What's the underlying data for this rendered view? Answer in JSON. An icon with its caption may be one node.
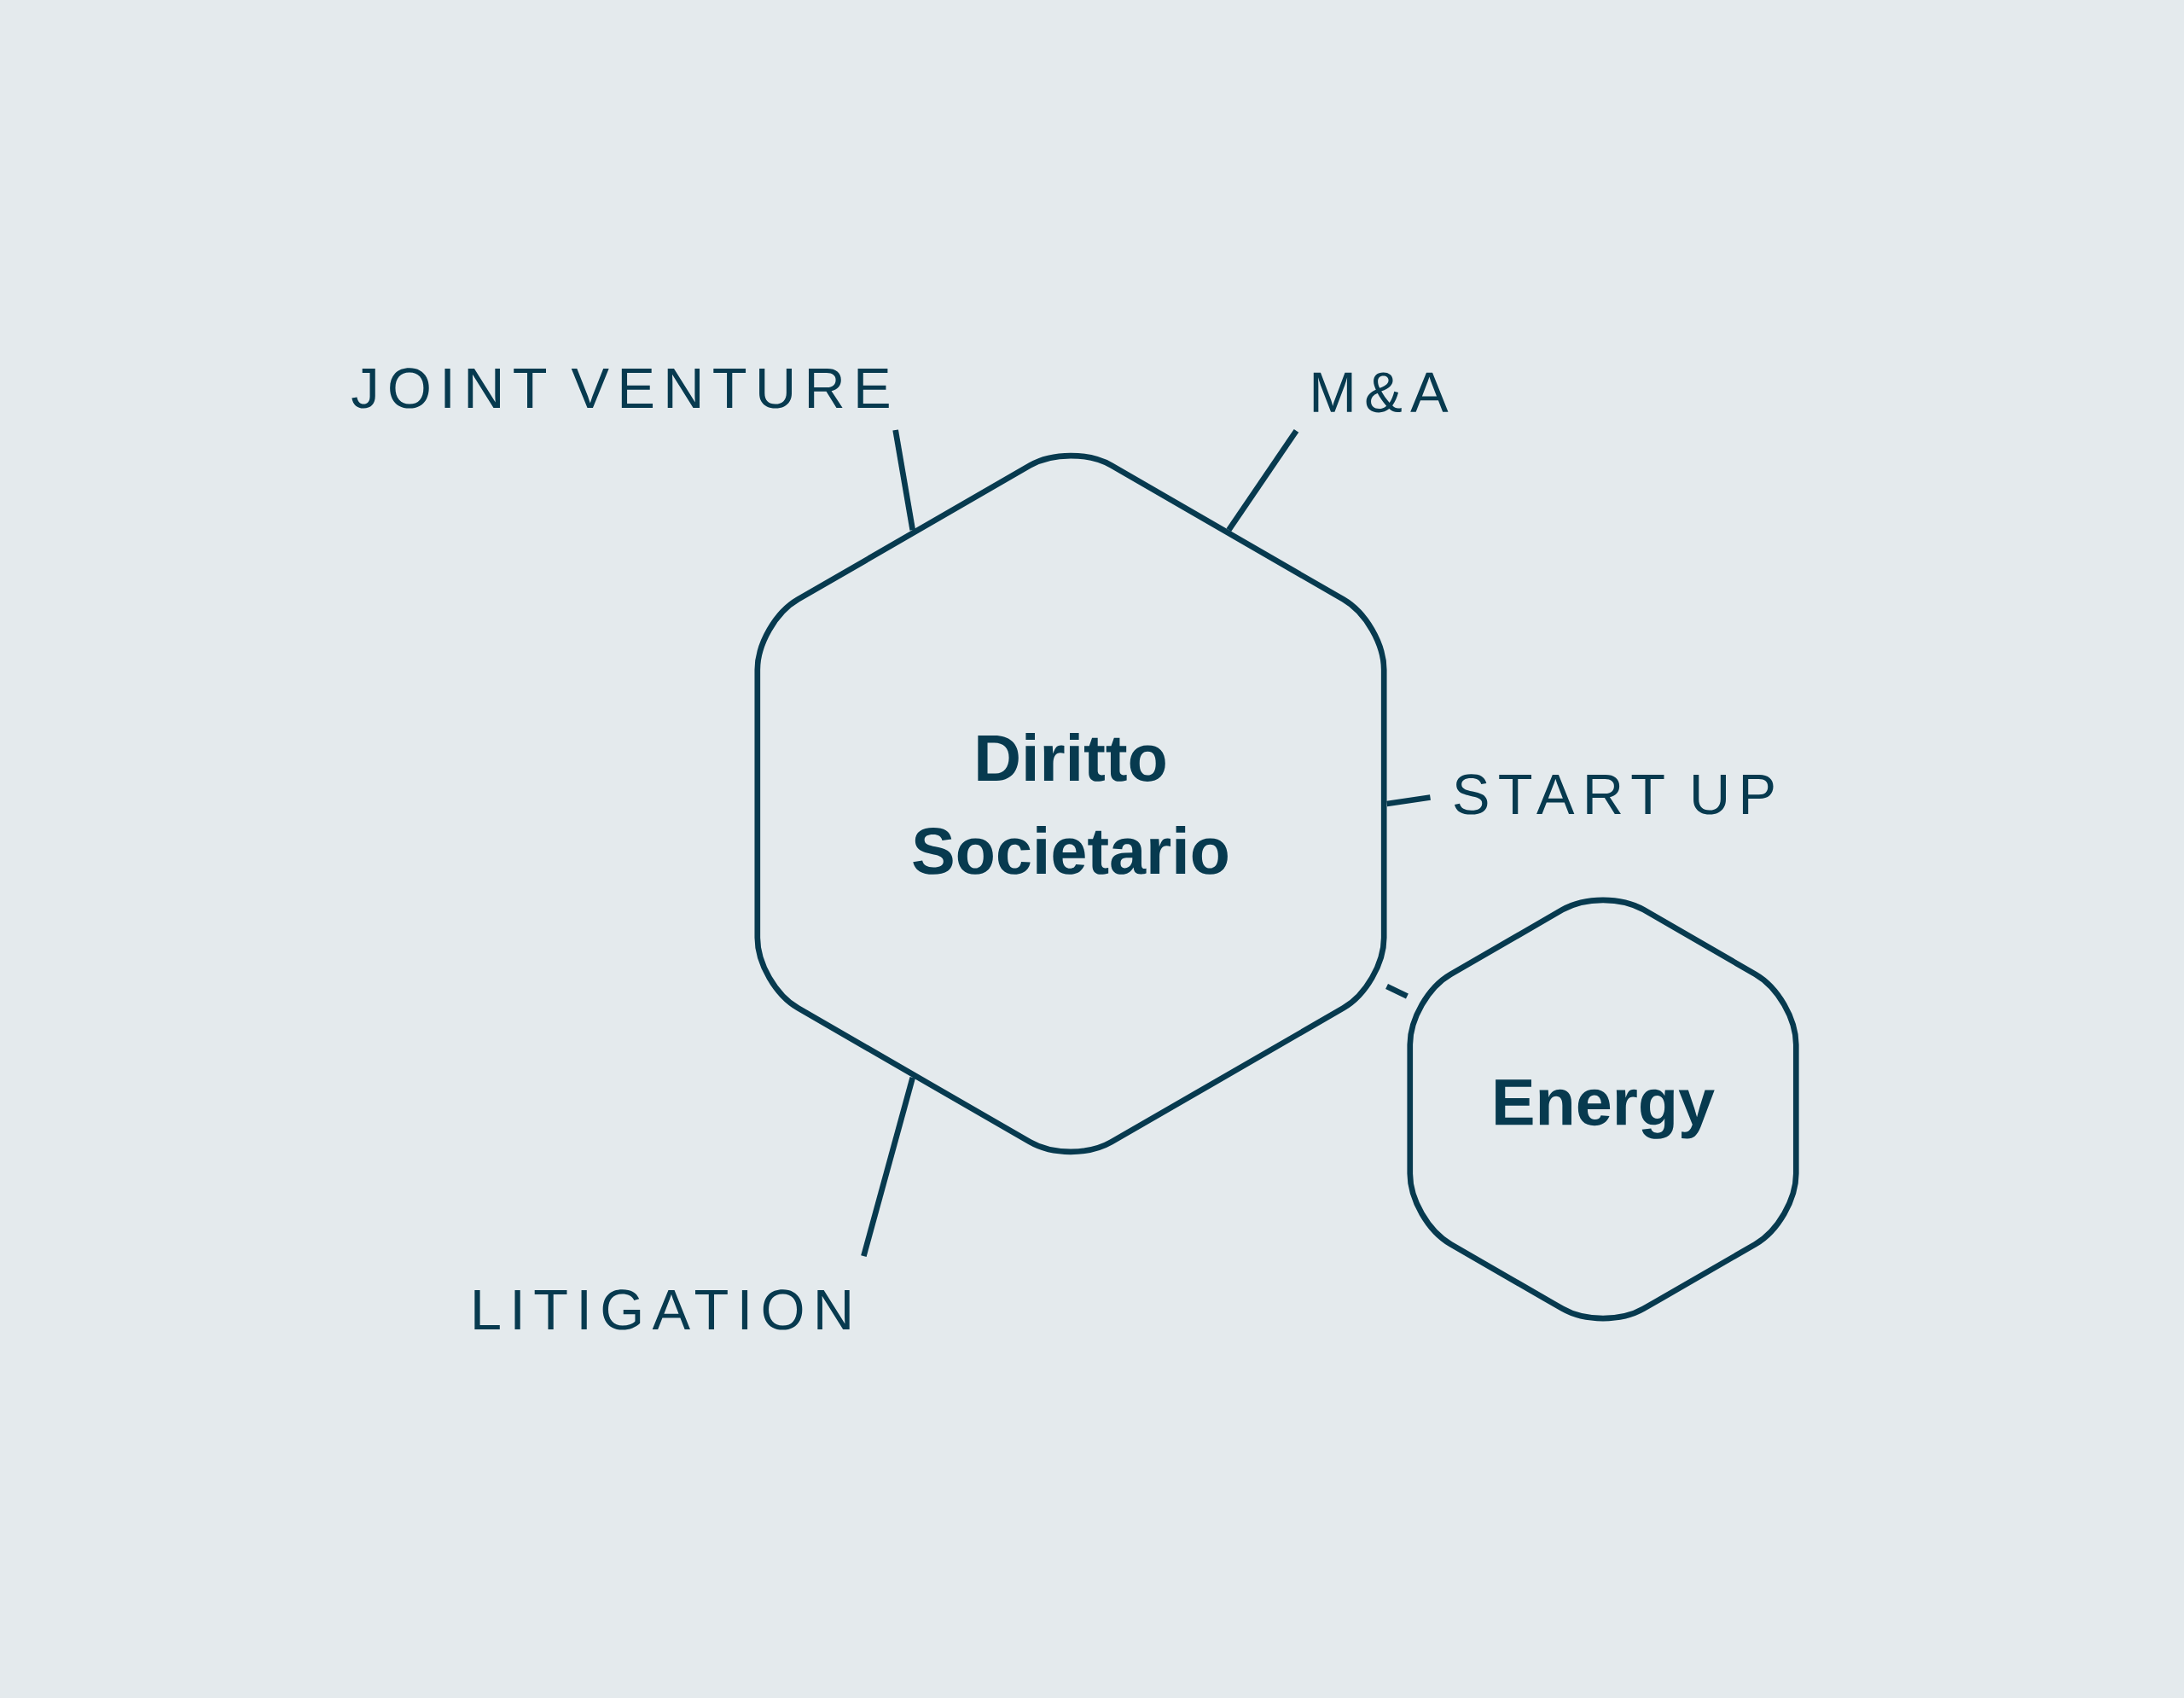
{
  "diagram": {
    "nodes": [
      {
        "text": [
          "Diritto Societario"
        ]
      },
      {
        "text": [
          "Energy"
        ]
      },
      {
        "text": [
          "JOINT VENTURE"
        ]
      },
      {
        "text": [
          "M&A"
        ]
      },
      {
        "text": [
          "START UP"
        ]
      },
      {
        "text": [
          "LITIGATION"
        ]
      }
    ],
    "edges": [
      {
        "from": 2,
        "to": 0,
        "arrow": "none"
      },
      {
        "from": 3,
        "to": 0,
        "arrow": "none"
      },
      {
        "from": 4,
        "to": 0,
        "arrow": "none"
      },
      {
        "from": 5,
        "to": 0,
        "arrow": "none"
      },
      {
        "from": 0,
        "to": 1,
        "arrow": "none"
      }
    ]
  }
}
